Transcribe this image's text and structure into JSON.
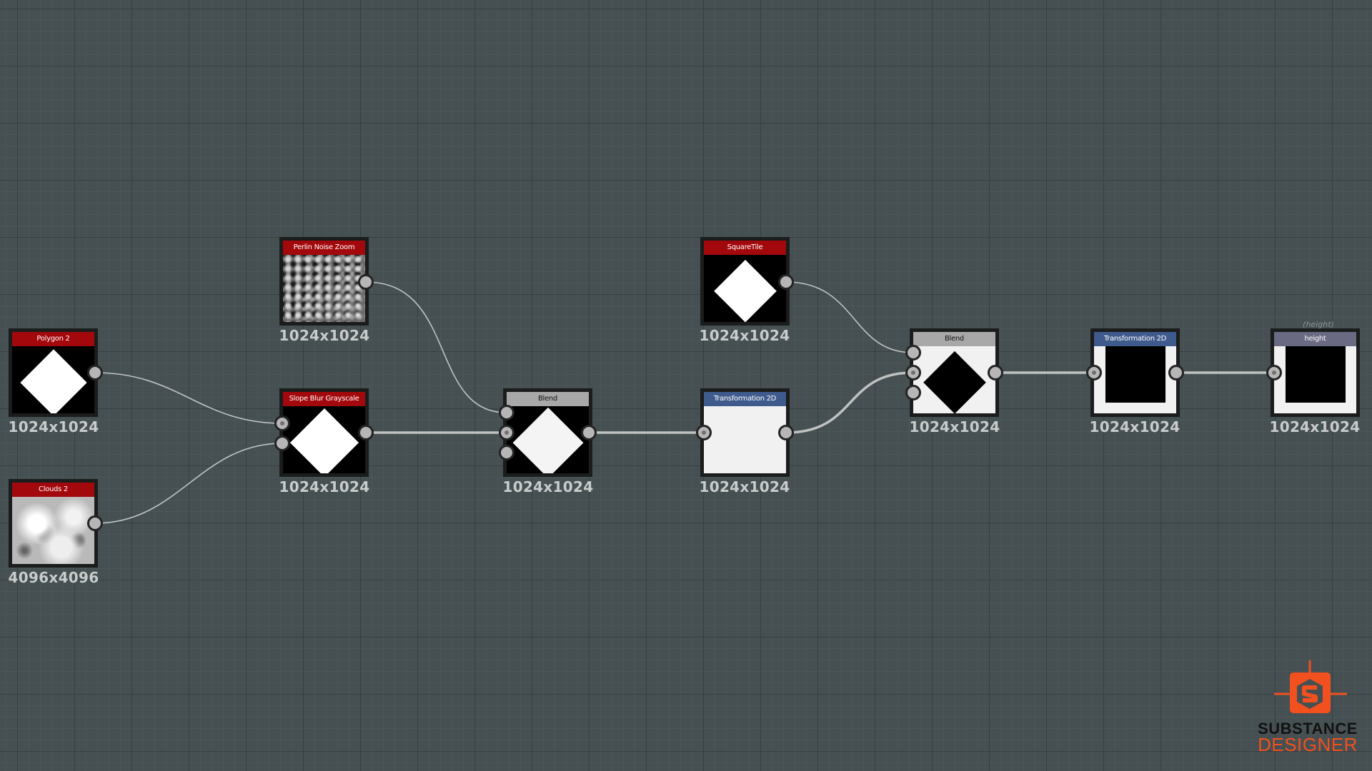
{
  "graph": {
    "nodes": [
      {
        "id": "polygon2",
        "title": "Polygon 2",
        "resolution": "1024x1024",
        "header_color": "#a3080c",
        "preview": "white-diamond-on-black"
      },
      {
        "id": "clouds2",
        "title": "Clouds 2",
        "resolution": "4096x4096",
        "header_color": "#a3080c",
        "preview": "cloud-noise"
      },
      {
        "id": "perlin",
        "title": "Perlin Noise Zoom",
        "resolution": "1024x1024",
        "header_color": "#a3080c",
        "preview": "perlin-noise"
      },
      {
        "id": "slopeblur",
        "title": "Slope Blur Grayscale",
        "resolution": "1024x1024",
        "header_color": "#a3080c",
        "preview": "rough-white-diamond"
      },
      {
        "id": "blend1",
        "title": "Blend",
        "resolution": "1024x1024",
        "header_color": "#a8a8a8",
        "preview": "noisy-white-diamond"
      },
      {
        "id": "squaretile",
        "title": "SquareTile",
        "resolution": "1024x1024",
        "header_color": "#a3080c",
        "preview": "white-diamond-on-black"
      },
      {
        "id": "transform1",
        "title": "Transformation 2D",
        "resolution": "1024x1024",
        "header_color": "#3f5a8c",
        "preview": "white-fill"
      },
      {
        "id": "blend2",
        "title": "Blend",
        "resolution": "1024x1024",
        "header_color": "#a8a8a8",
        "preview": "black-diamond-on-white"
      },
      {
        "id": "transform2",
        "title": "Transformation 2D",
        "resolution": "1024x1024",
        "header_color": "#3f5a8c",
        "preview": "black-square-white-border"
      },
      {
        "id": "height",
        "title": "height",
        "identifier": "(height)",
        "resolution": "1024x1024",
        "header_color": "#6b6a83",
        "preview": "black-square-white-border"
      }
    ],
    "connections": [
      {
        "from": "polygon2",
        "to": "slopeblur",
        "input": 1
      },
      {
        "from": "clouds2",
        "to": "slopeblur",
        "input": 2
      },
      {
        "from": "perlin",
        "to": "blend1",
        "input": 1
      },
      {
        "from": "slopeblur",
        "to": "blend1",
        "input": 2
      },
      {
        "from": "blend1",
        "to": "transform1",
        "input": 1
      },
      {
        "from": "squaretile",
        "to": "blend2",
        "input": 1
      },
      {
        "from": "transform1",
        "to": "blend2",
        "input": 2
      },
      {
        "from": "blend2",
        "to": "transform2",
        "input": 1
      },
      {
        "from": "transform2",
        "to": "height",
        "input": 1
      }
    ]
  },
  "branding": {
    "line1": "SUBSTANCE",
    "line2": "DESIGNER",
    "accent_color": "#f2501e"
  },
  "colors": {
    "canvas": "#465052",
    "wire": "#c8c8c8",
    "port": "#b6b6b6"
  }
}
